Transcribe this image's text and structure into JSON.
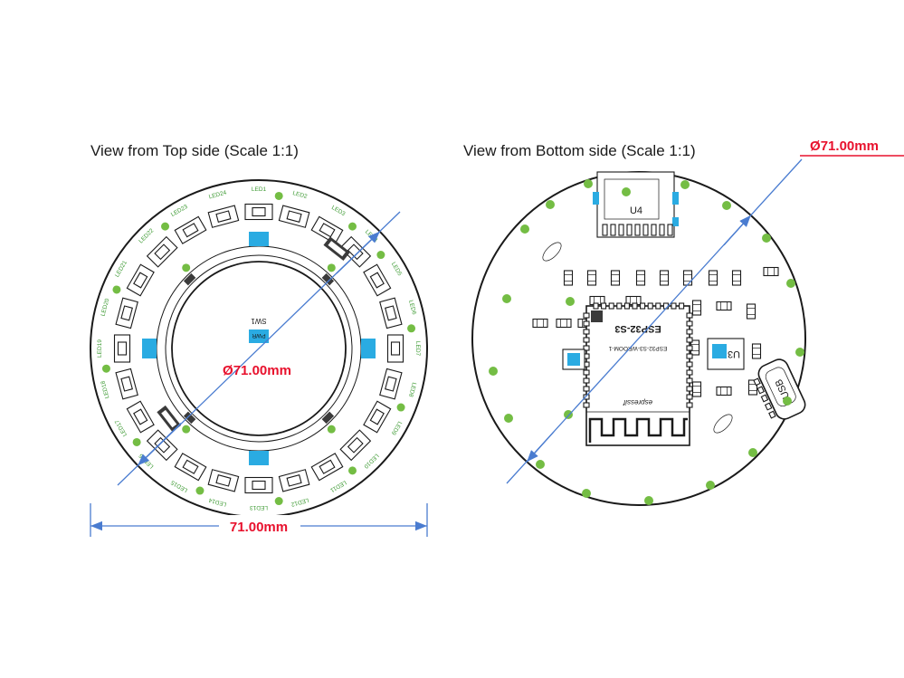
{
  "titles": {
    "left": "View from Top side (Scale 1:1)",
    "right": "View from Bottom side (Scale 1:1)"
  },
  "labels": {
    "diameter_top_right": "Ø71.00mm",
    "diameter_center_left": "Ø71.00mm",
    "width_bottom": "71.00mm"
  },
  "colors": {
    "dimension_blue": "#4a7cd0",
    "accent_red": "#e8112d",
    "pad_cyan": "#2aabe2",
    "via_green": "#74bd44",
    "ink": "#1a1a1a"
  },
  "top_view": {
    "led_count": 24,
    "led_prefix": "LED",
    "center_switch_ref": "SW1",
    "center_switch": "PWR"
  },
  "bottom_view": {
    "sd_socket_ref": "U4",
    "ic_ref": "U3",
    "usb_label": "USB",
    "module_name": "ESP32-S3",
    "module_part": "ESP32-S3-WROOM-1",
    "module_vendor": "espressif"
  }
}
